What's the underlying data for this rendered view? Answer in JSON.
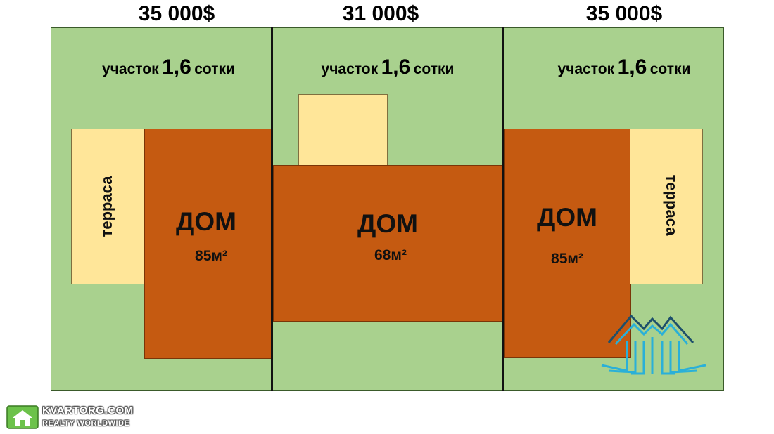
{
  "prices": {
    "left": "35 000$",
    "middle": "31 000$",
    "right": "35 000$"
  },
  "plots": {
    "label_word": "участок",
    "label_number": "1,6",
    "label_unit": "сотки"
  },
  "houses": {
    "left": {
      "title": "ДОМ",
      "area": "85м²"
    },
    "middle": {
      "title": "ДОМ",
      "area": "68м²"
    },
    "right": {
      "title": "ДОМ",
      "area": "85м²"
    }
  },
  "terraces": {
    "left": "терраса",
    "right": "терраса"
  },
  "watermark": {
    "site": "KVARTORG.COM",
    "tagline": "REALTY WORLDWIDE"
  },
  "colors": {
    "plot_green": "#a9d18e",
    "house_orange": "#c55a11",
    "terrace_yellow": "#ffe699",
    "logo_blue": "#2ab0d8",
    "logo_green": "#6cc24a"
  },
  "icons": [
    "house-logo-icon",
    "mountain-logo-icon"
  ]
}
